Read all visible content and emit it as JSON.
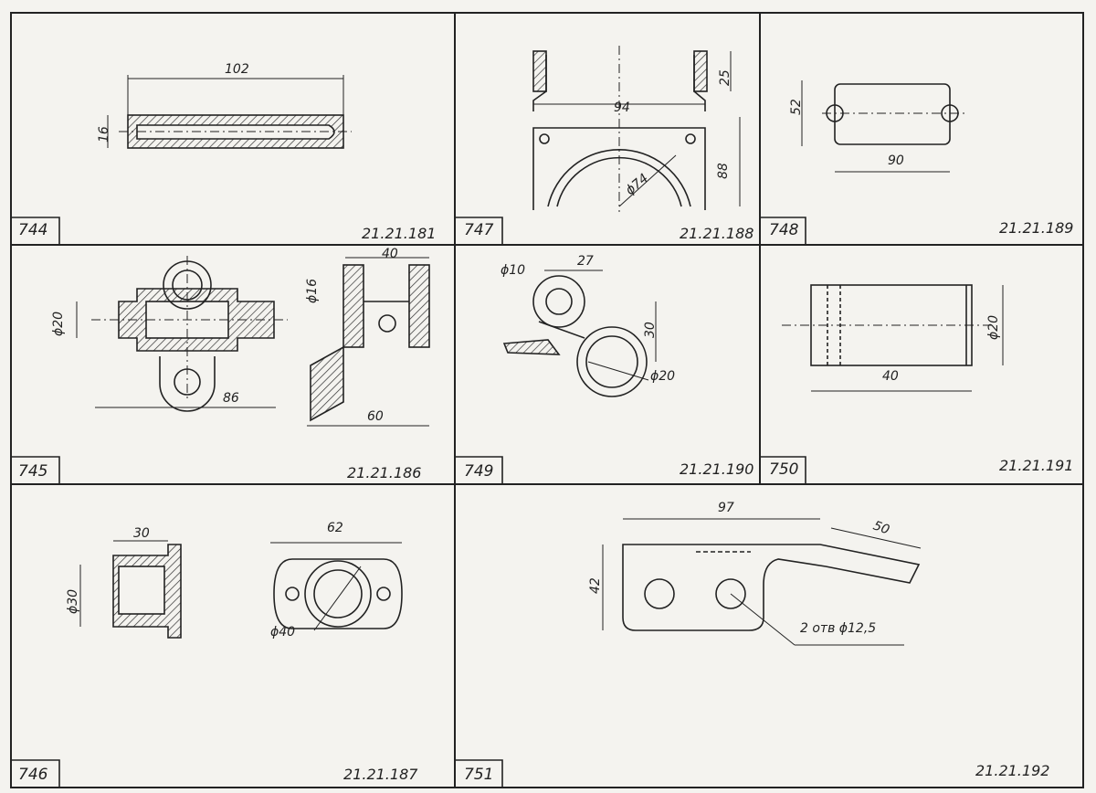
{
  "cells": [
    {
      "number": "744",
      "code": "21.21.181",
      "dims": [
        "102",
        "16"
      ]
    },
    {
      "number": "747",
      "code": "21.21.188",
      "dims": [
        "25",
        "94",
        "88",
        "ϕ74"
      ]
    },
    {
      "number": "748",
      "code": "21.21.189",
      "dims": [
        "52",
        "90"
      ]
    },
    {
      "number": "745",
      "code": "21.21.186",
      "dims": [
        "ϕ20",
        "86",
        "40",
        "ϕ16",
        "60"
      ]
    },
    {
      "number": "749",
      "code": "21.21.190",
      "dims": [
        "ϕ10",
        "27",
        "30",
        "ϕ20"
      ]
    },
    {
      "number": "750",
      "code": "21.21.191",
      "dims": [
        "ϕ20",
        "40"
      ]
    },
    {
      "number": "746",
      "code": "21.21.187",
      "dims": [
        "30",
        "ϕ30",
        "62",
        "ϕ40"
      ]
    },
    {
      "number": "751",
      "code": "21.21.192",
      "dims": [
        "97",
        "50",
        "42",
        "2 отв ϕ12,5"
      ]
    }
  ]
}
